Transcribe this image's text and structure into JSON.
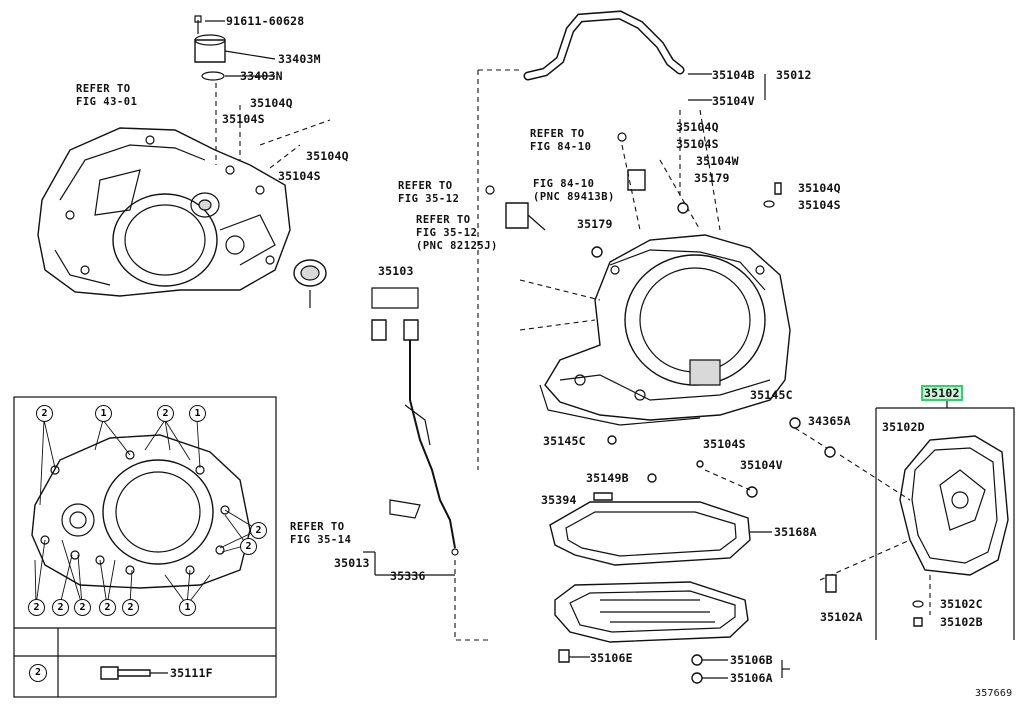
{
  "diagram": {
    "figure_number": "357669",
    "highlighted_part": "35102",
    "parts": [
      {
        "id": "p91611",
        "label": "91611-60628"
      },
      {
        "id": "p33403M",
        "label": "33403M"
      },
      {
        "id": "p33403N",
        "label": "33403N"
      },
      {
        "id": "p35104Q_a",
        "label": "35104Q"
      },
      {
        "id": "p35104S_a",
        "label": "35104S"
      },
      {
        "id": "p35104Q_b",
        "label": "35104Q"
      },
      {
        "id": "p35104S_b",
        "label": "35104S"
      },
      {
        "id": "p35012",
        "label": "35012"
      },
      {
        "id": "p35104B",
        "label": "35104B"
      },
      {
        "id": "p35104V",
        "label": "35104V"
      },
      {
        "id": "p35104Q_c",
        "label": "35104Q"
      },
      {
        "id": "p35104S_c",
        "label": "35104S"
      },
      {
        "id": "p35104W",
        "label": "35104W"
      },
      {
        "id": "p35179_a",
        "label": "35179"
      },
      {
        "id": "p35104Q_d",
        "label": "35104Q"
      },
      {
        "id": "p35104S_d",
        "label": "35104S"
      },
      {
        "id": "p35179_b",
        "label": "35179"
      },
      {
        "id": "p35103",
        "label": "35103"
      },
      {
        "id": "p35102",
        "label": "35102"
      },
      {
        "id": "p35145C_a",
        "label": "35145C"
      },
      {
        "id": "p34365A",
        "label": "34365A"
      },
      {
        "id": "p35102D",
        "label": "35102D"
      },
      {
        "id": "p35145C_b",
        "label": "35145C"
      },
      {
        "id": "p35104S_e",
        "label": "35104S"
      },
      {
        "id": "p35149B",
        "label": "35149B"
      },
      {
        "id": "p35104V_b",
        "label": "35104V"
      },
      {
        "id": "p35394",
        "label": "35394"
      },
      {
        "id": "p35168A",
        "label": "35168A"
      },
      {
        "id": "p35013",
        "label": "35013"
      },
      {
        "id": "p35336",
        "label": "35336"
      },
      {
        "id": "p35102A",
        "label": "35102A"
      },
      {
        "id": "p35102C",
        "label": "35102C"
      },
      {
        "id": "p35102B",
        "label": "35102B"
      },
      {
        "id": "p35106E",
        "label": "35106E"
      },
      {
        "id": "p35106B",
        "label": "35106B"
      },
      {
        "id": "p35106A",
        "label": "35106A"
      },
      {
        "id": "p35111F",
        "label": "35111F"
      }
    ],
    "references": [
      {
        "id": "ref_fig4301",
        "lines": [
          "REFER TO",
          "FIG 43-01"
        ]
      },
      {
        "id": "ref_fig8410",
        "lines": [
          "REFER TO",
          "FIG 84-10"
        ]
      },
      {
        "id": "ref_fig8410_pnc",
        "lines": [
          "FIG 84-10",
          "(PNC 89413B)"
        ]
      },
      {
        "id": "ref_fig3512",
        "lines": [
          "REFER TO",
          "FIG 35-12"
        ]
      },
      {
        "id": "ref_fig3512_pnc",
        "lines": [
          "REFER TO",
          "FIG 35-12",
          "(PNC 82125J)"
        ]
      },
      {
        "id": "ref_fig3514",
        "lines": [
          "REFER TO",
          "FIG 35-14"
        ]
      }
    ],
    "legend": {
      "rows": [
        {
          "symbol": "2",
          "part": "35111F"
        }
      ],
      "callout_numbers": [
        "1",
        "2"
      ]
    }
  }
}
